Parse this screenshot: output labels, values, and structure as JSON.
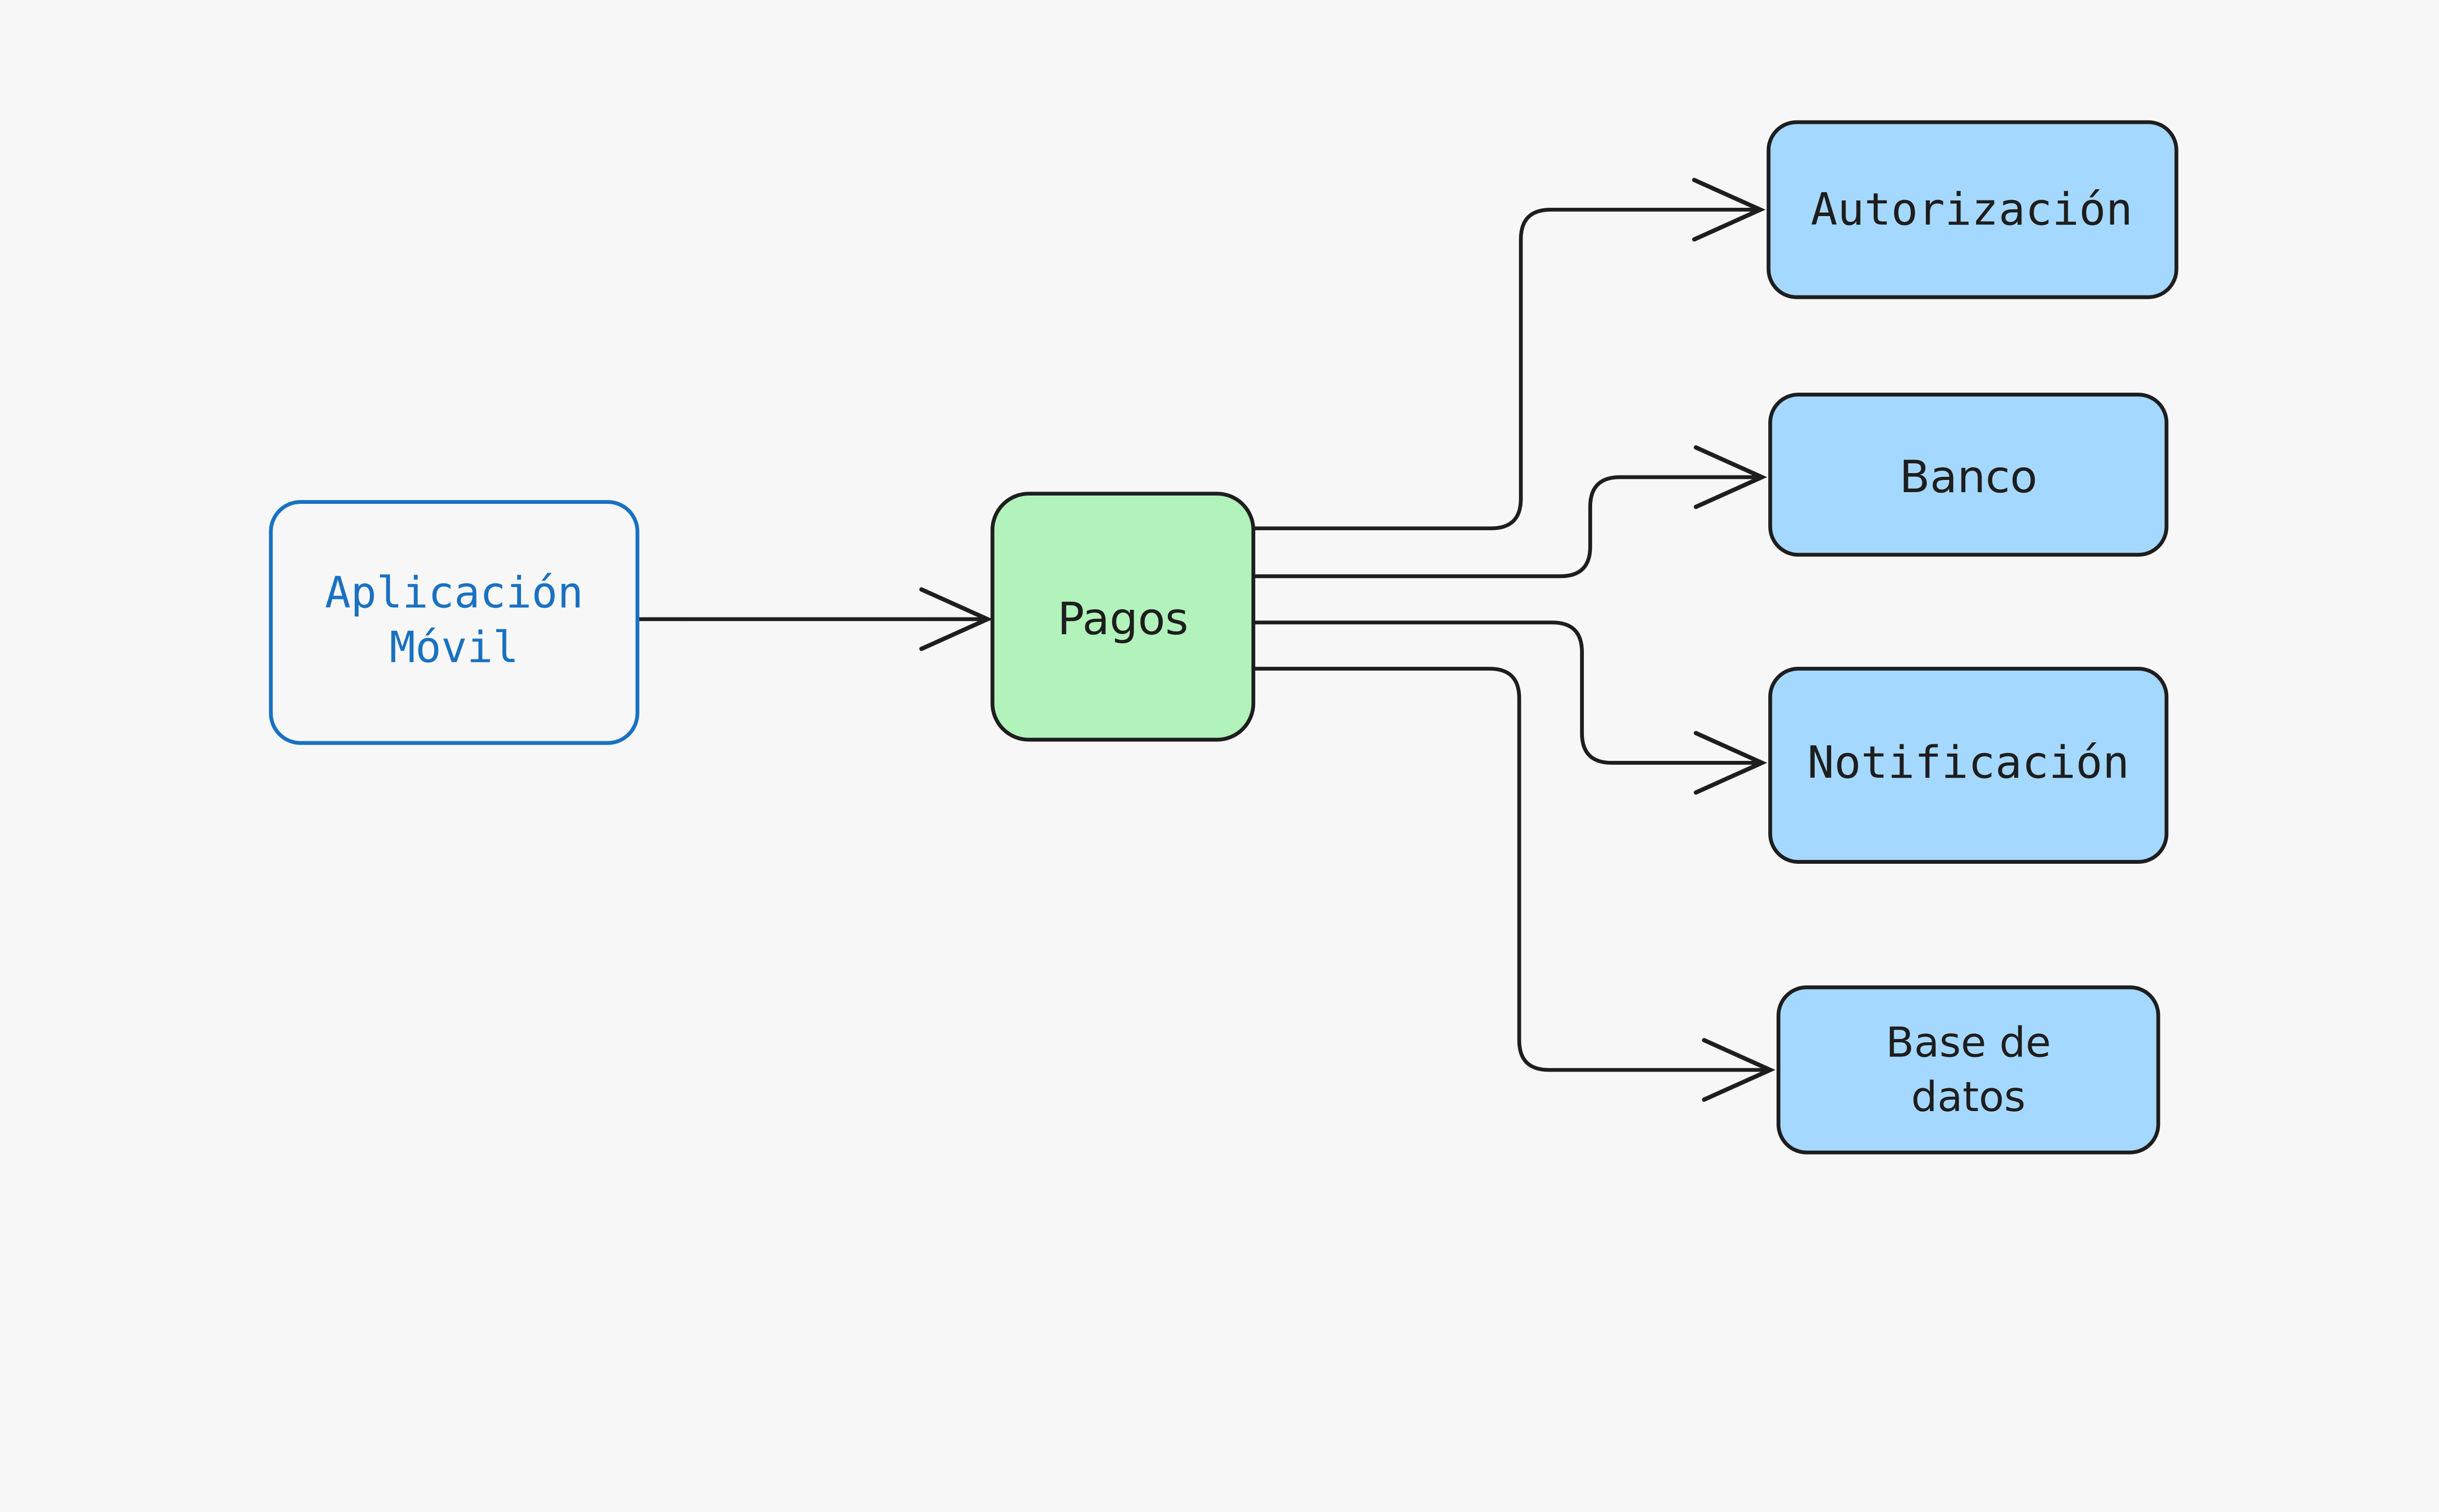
{
  "canvas": {
    "background_color": "#f7f7f7",
    "ink_color": "#1e1e1e",
    "accent_blue": "#1971c2",
    "fill_green": "#b2f2bb",
    "fill_blue": "#a5d8ff"
  },
  "nodes": {
    "app_movil": {
      "label": "Aplicación Móvil",
      "line1": "Aplicación",
      "line2": "Móvil"
    },
    "pagos": {
      "label": "Pagos"
    },
    "autorizacion": {
      "label": "Autorización"
    },
    "banco": {
      "label": "Banco"
    },
    "notificacion": {
      "label": "Notificación"
    },
    "base_datos": {
      "label": "Base de datos",
      "line1": "Base de",
      "line2": "datos"
    }
  },
  "connectors": [
    {
      "from": "Aplicación Móvil",
      "to": "Pagos"
    },
    {
      "from": "Pagos",
      "to": "Autorización"
    },
    {
      "from": "Pagos",
      "to": "Banco"
    },
    {
      "from": "Pagos",
      "to": "Notificación"
    },
    {
      "from": "Pagos",
      "to": "Base de datos"
    }
  ]
}
